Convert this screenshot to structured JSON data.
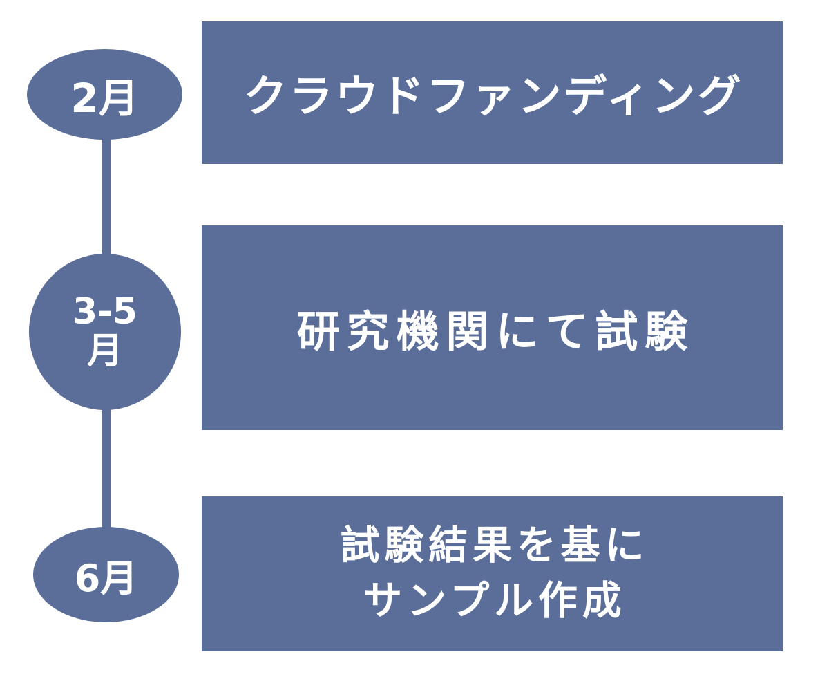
{
  "colors": {
    "shape_fill": "#5a6e99",
    "text": "#ffffff",
    "background": "#ffffff"
  },
  "timeline": {
    "items": [
      {
        "period": "2月",
        "period_lines": [
          "2月"
        ],
        "label": "クラウドファンディング",
        "label_lines": [
          "クラウドファンディング"
        ]
      },
      {
        "period": "3-5月",
        "period_lines": [
          "3-5",
          "月"
        ],
        "label": "研究機関にて試験",
        "label_lines": [
          "研究機関にて試験"
        ]
      },
      {
        "period": "6月",
        "period_lines": [
          "6月"
        ],
        "label": "試験結果を基にサンプル作成",
        "label_lines": [
          "試験結果を基に",
          "サンプル作成"
        ]
      }
    ]
  }
}
